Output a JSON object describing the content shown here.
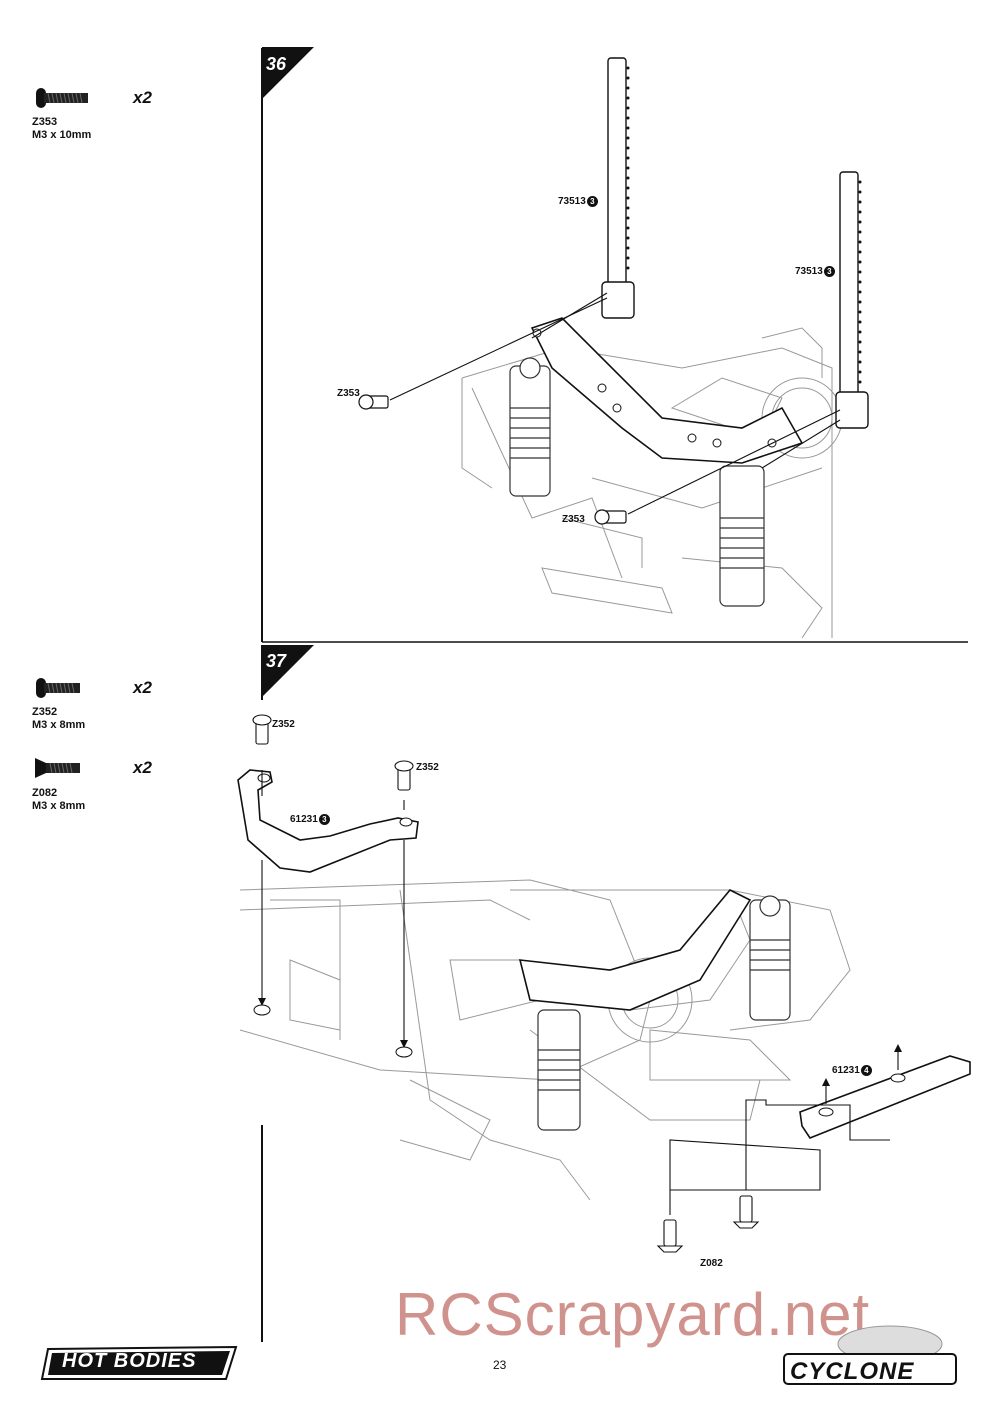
{
  "sidebar": {
    "step36_parts": [
      {
        "code": "Z353",
        "size": "M3 x 10mm",
        "qty": "x2"
      }
    ],
    "step37_parts": [
      {
        "code": "Z352",
        "size": "M3 x 8mm",
        "qty": "x2"
      },
      {
        "code": "Z082",
        "size": "M3 x 8mm",
        "qty": "x2"
      }
    ]
  },
  "steps": [
    {
      "number": "36",
      "labels": {
        "post_left": "73513",
        "post_left_num": "3",
        "post_right": "73513",
        "post_right_num": "3",
        "screw_left": "Z353",
        "screw_right": "Z353"
      }
    },
    {
      "number": "37",
      "labels": {
        "screw_a": "Z352",
        "screw_b": "Z352",
        "brace_top": "61231",
        "brace_top_num": "3",
        "brace_side": "61231",
        "brace_side_num": "4",
        "screw_bottom": "Z082"
      }
    }
  ],
  "footer": {
    "page_number": "23",
    "brand_left": "HOT BODIES",
    "brand_right": "CYCLONE",
    "watermark": "RCScrapyard.net"
  }
}
